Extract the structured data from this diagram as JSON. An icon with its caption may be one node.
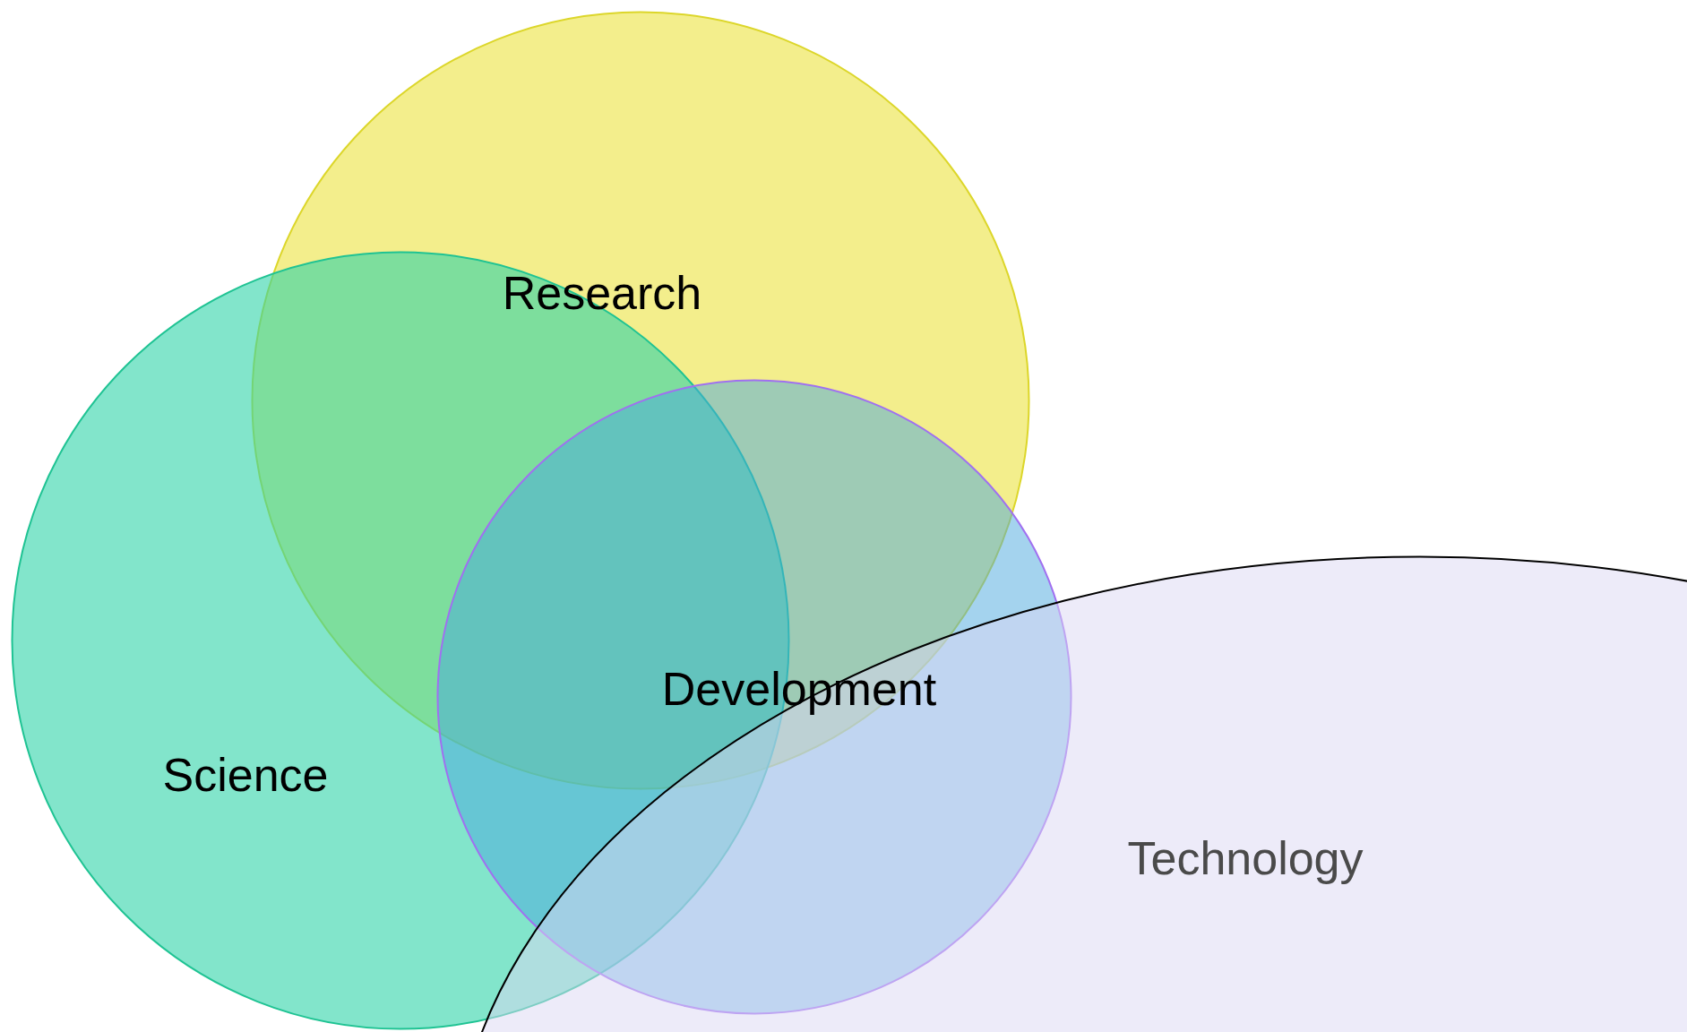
{
  "diagram": {
    "nodes": [
      {
        "text": [
          "Research"
        ]
      },
      {
        "text": [
          "Science"
        ]
      },
      {
        "text": [
          "Development"
        ]
      },
      {
        "text": [
          "Technology"
        ]
      }
    ]
  }
}
